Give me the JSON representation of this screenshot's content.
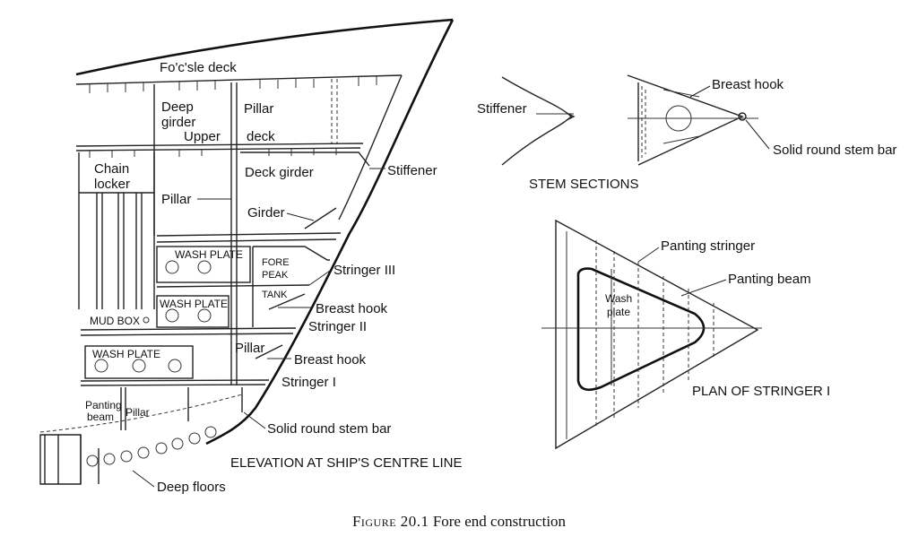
{
  "caption": {
    "figure_number": "Figure 20.1",
    "title": "Fore end construction"
  },
  "elevation": {
    "title": "ELEVATION AT SHIP'S CENTRE LINE",
    "labels": {
      "fcsle_deck": "Fo'c'sle deck",
      "deep_girder_1": "Deep",
      "deep_girder_2": "girder",
      "pillar_top": "Pillar",
      "upper": "Upper",
      "deck": "deck",
      "chain_locker_1": "Chain",
      "chain_locker_2": "locker",
      "deck_girder": "Deck girder",
      "stiffener": "Stiffener",
      "pillar_mid": "Pillar",
      "girder": "Girder",
      "wash_plate_1": "WASH PLATE",
      "fore_peak_1": "FORE",
      "fore_peak_2": "PEAK",
      "tank": "TANK",
      "stringer_3": "Stringer III",
      "wash_plate_2": "WASH PLATE",
      "mud_box": "MUD BOX",
      "breast_hook_1": "Breast hook",
      "stringer_2": "Stringer II",
      "wash_plate_3": "WASH PLATE",
      "pillar_low": "Pillar",
      "breast_hook_2": "Breast hook",
      "stringer_1": "Stringer I",
      "panting_beam_1": "Panting",
      "panting_beam_2": "beam",
      "pillar_bottom": "Pillar",
      "stem_bar": "Solid round stem bar",
      "deep_floors": "Deep floors"
    }
  },
  "stem_sections": {
    "title": "STEM SECTIONS",
    "labels": {
      "stiffener": "Stiffener",
      "breast_hook": "Breast hook",
      "stem_bar": "Solid round stem bar"
    }
  },
  "stringer_plan": {
    "title": "PLAN OF STRINGER I",
    "labels": {
      "panting_stringer": "Panting stringer",
      "panting_beam": "Panting beam",
      "wash_1": "Wash",
      "wash_2": "plate"
    }
  }
}
